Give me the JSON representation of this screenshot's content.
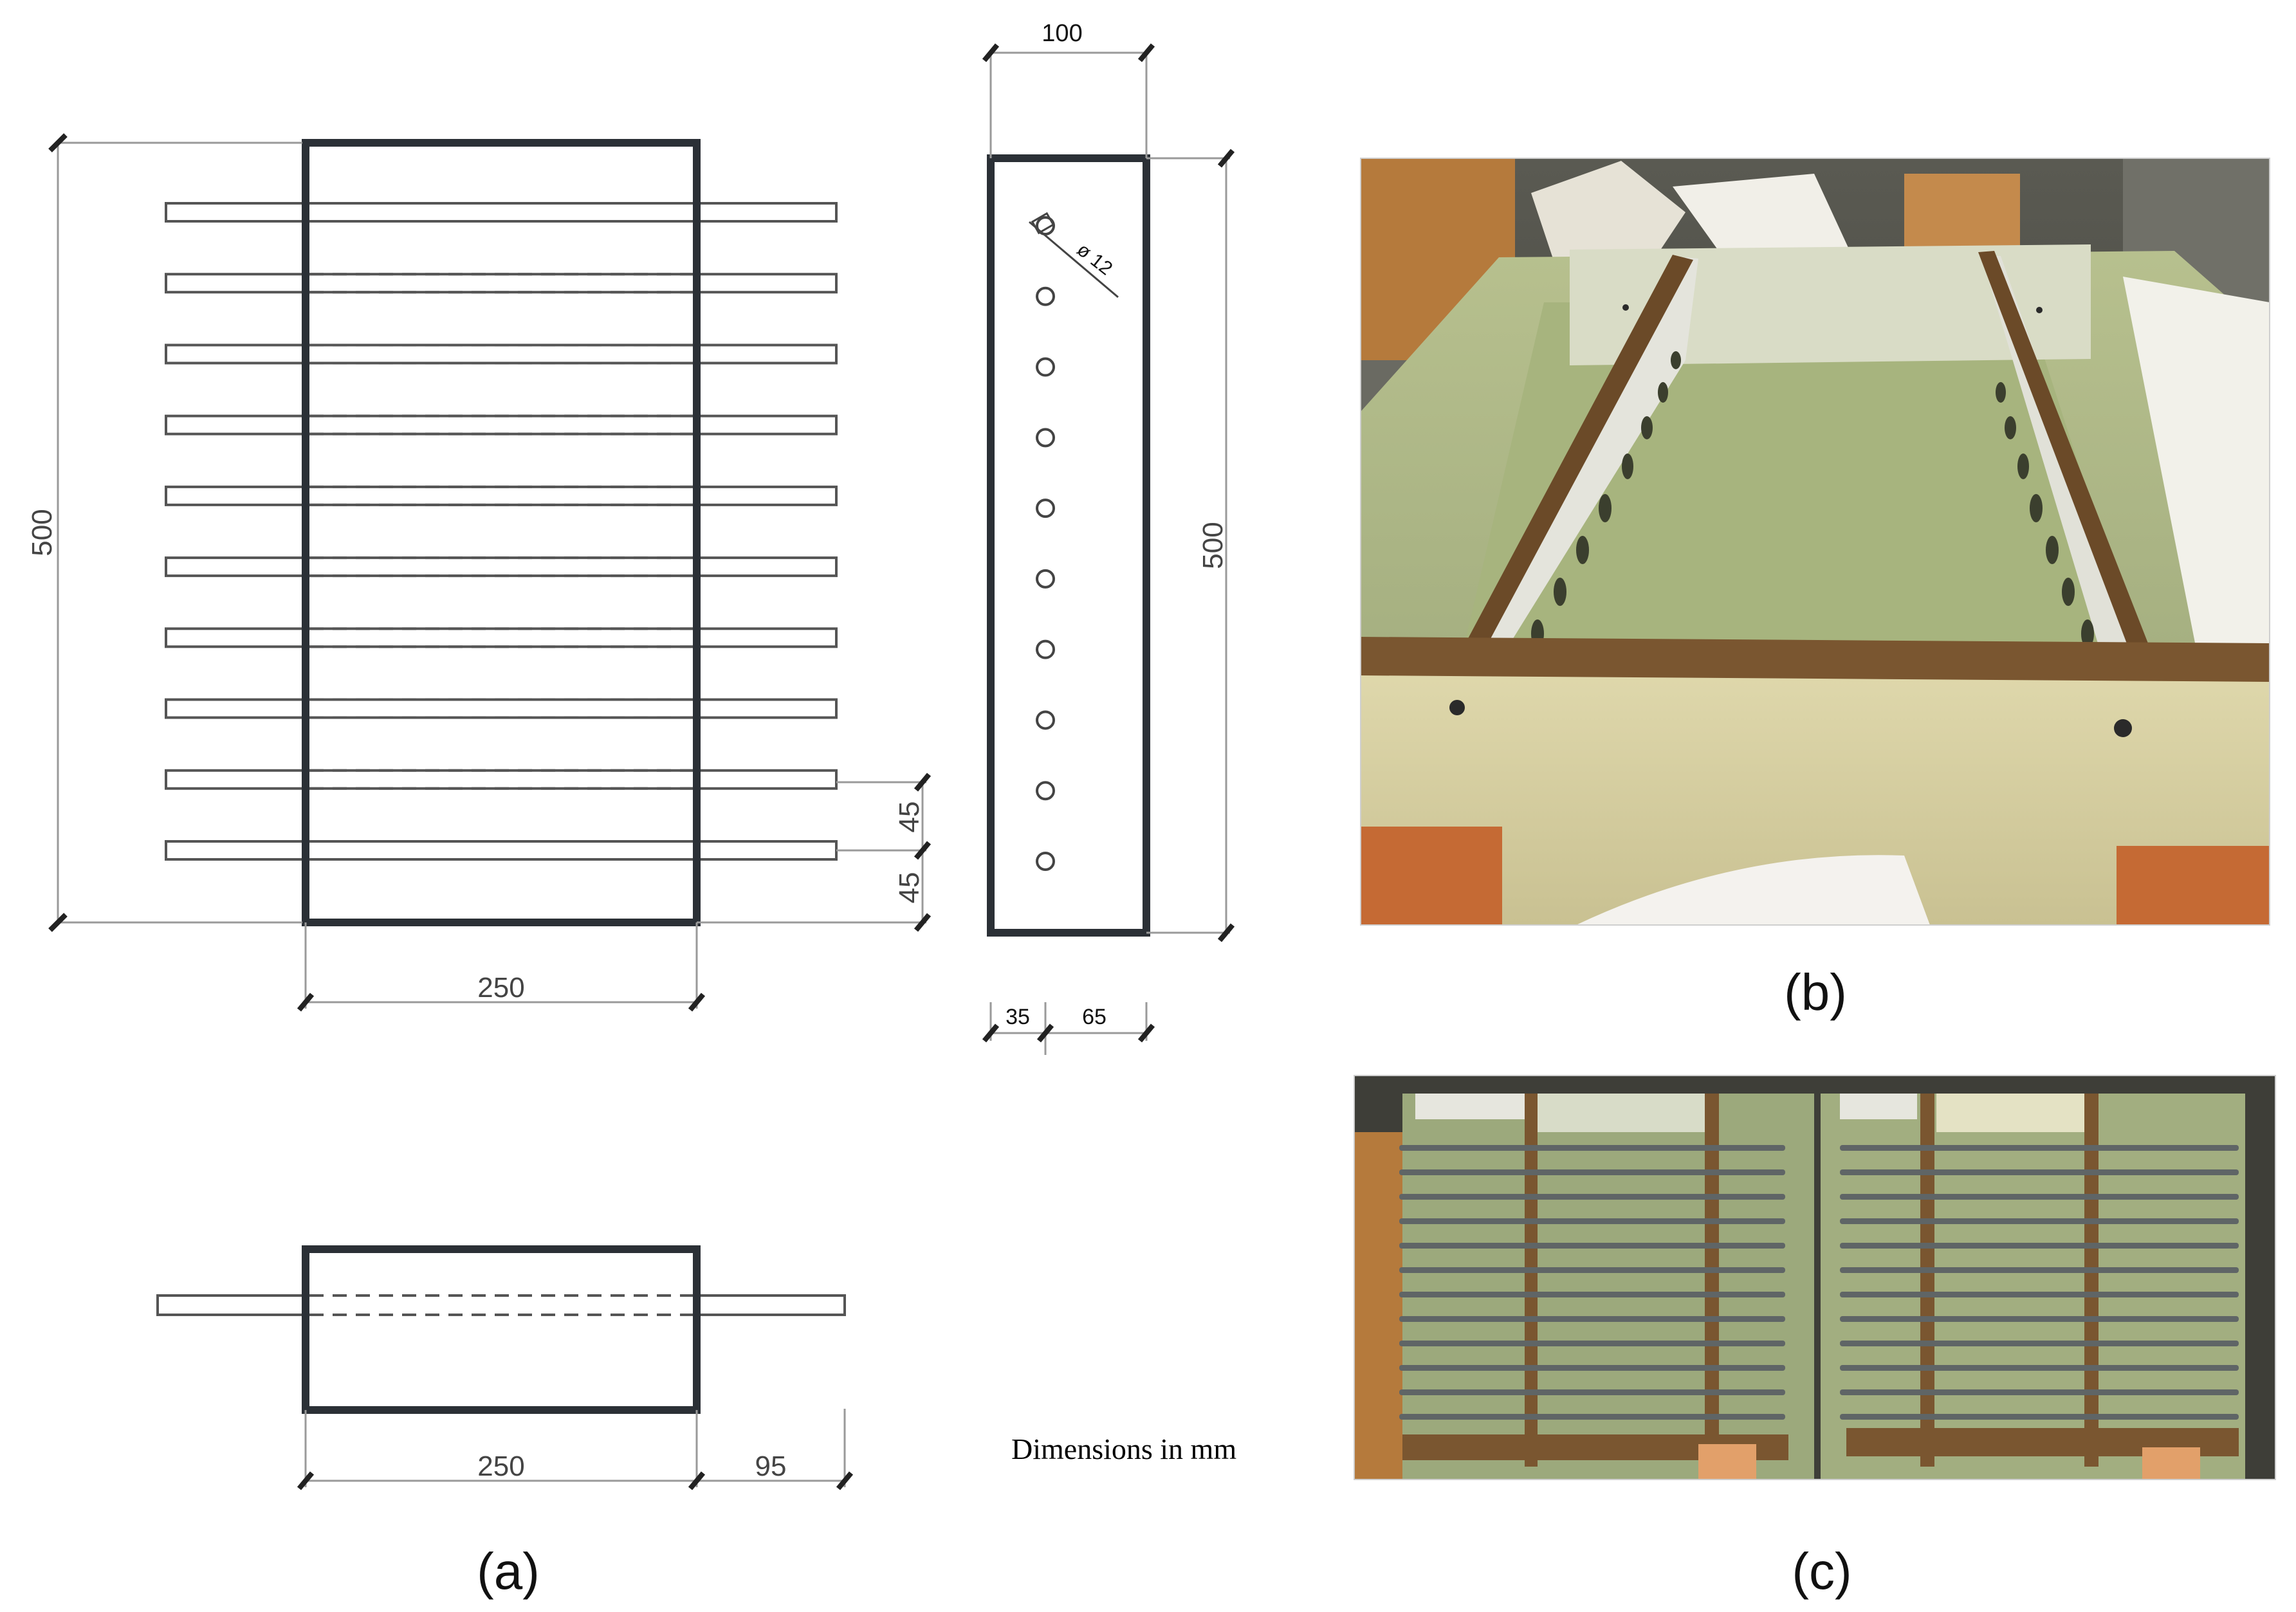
{
  "captions": {
    "a": "(a)",
    "b": "(b)",
    "c": "(c)"
  },
  "note": "Dimensions in mm",
  "plan_view": {
    "height_label": "500",
    "width_label": "250",
    "spacing_top_label": "45",
    "spacing_bottom_label": "45",
    "bar_count": 10
  },
  "side_view": {
    "width_label": "100",
    "height_label": "500",
    "hole_label": "ø 12",
    "offset_left_label": "35",
    "offset_right_label": "65",
    "hole_count": 10
  },
  "section_view": {
    "width_label": "250",
    "embed_label": "95"
  },
  "colors": {
    "outline": "#2b3036",
    "dim_line": "#9a9a9a",
    "bar_stroke": "#555555"
  }
}
